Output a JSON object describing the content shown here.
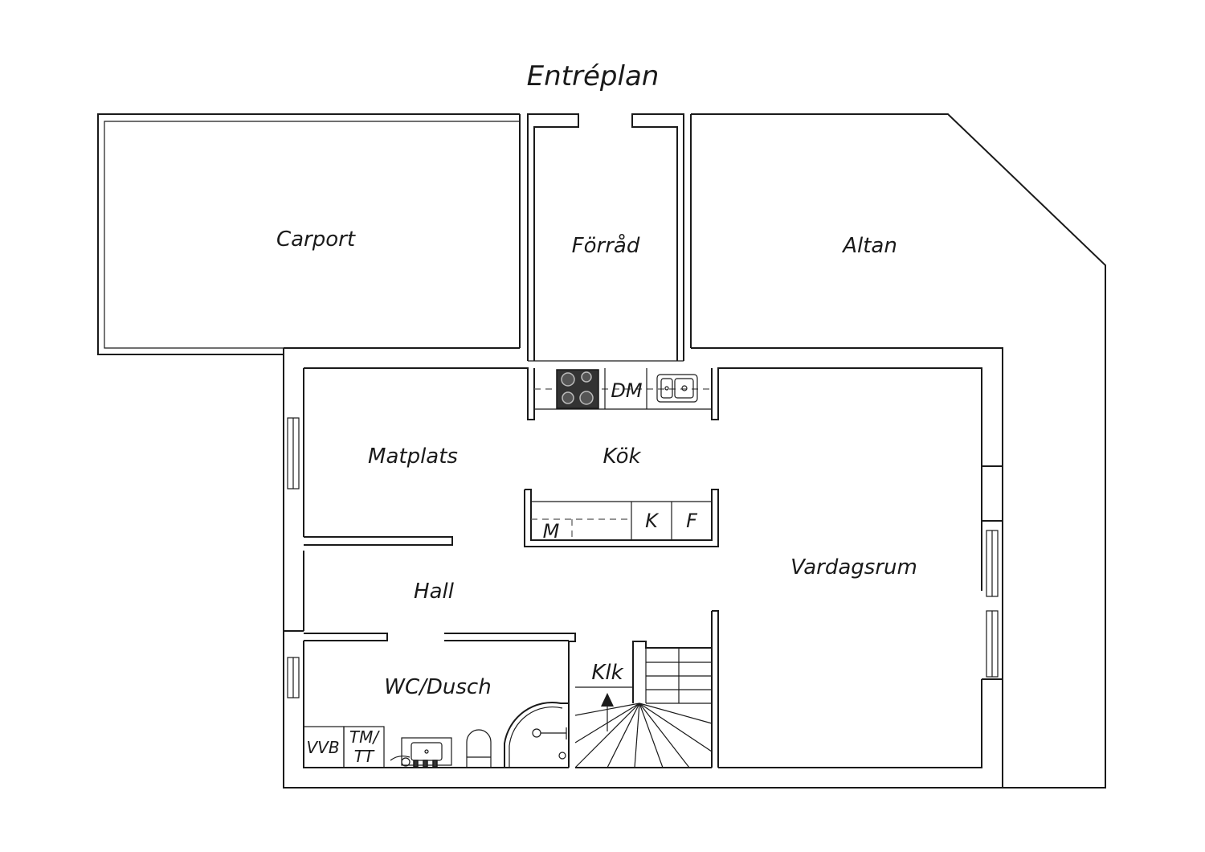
{
  "plan": {
    "title": "Entréplan",
    "rooms": {
      "carport": "Carport",
      "forrad": "Förråd",
      "altan": "Altan",
      "matplats": "Matplats",
      "kok": "Kök",
      "vardagsrum": "Vardagsrum",
      "hall": "Hall",
      "wc": "WC/Dusch",
      "klk": "Klk"
    },
    "fixtures": {
      "dm": "DM",
      "m": "M",
      "k": "K",
      "f": "F",
      "vvb": "VVB",
      "tm": "TM/",
      "tt": "TT"
    }
  }
}
